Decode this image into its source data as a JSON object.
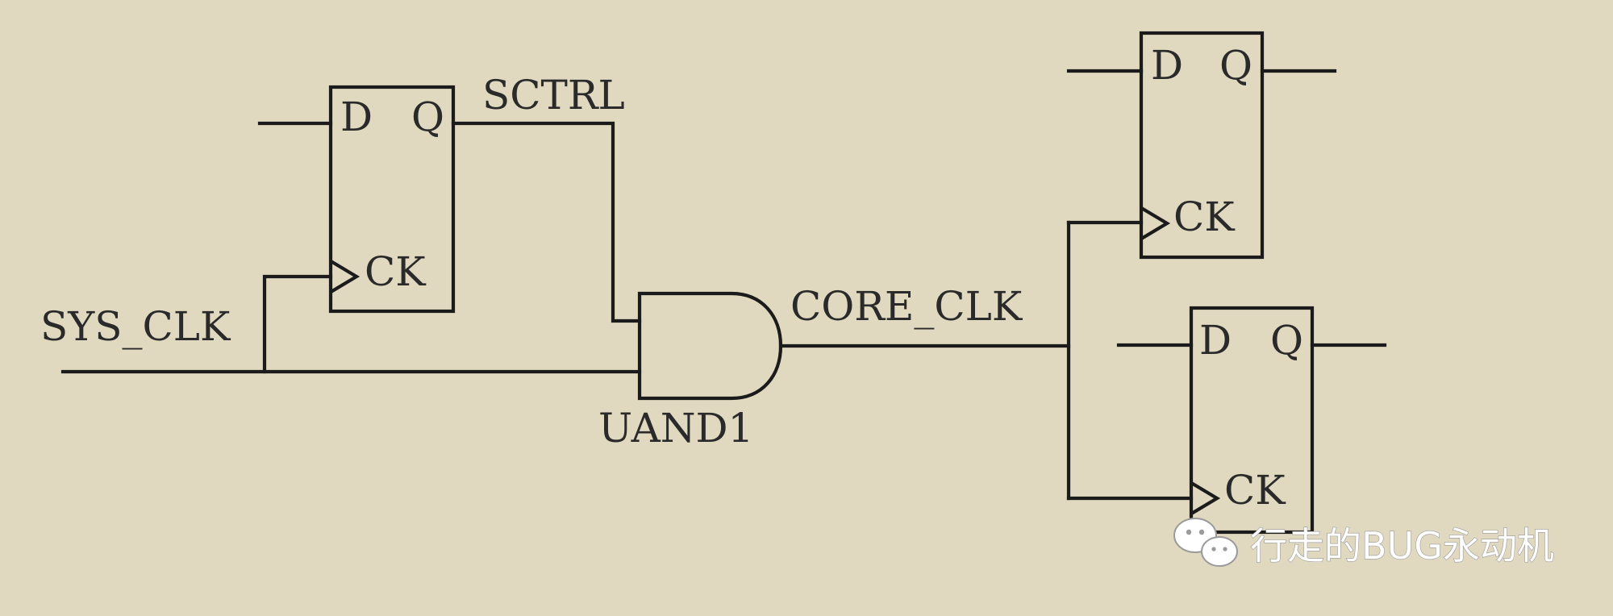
{
  "signals": {
    "sys_clk": "SYS_CLK",
    "sctrl": "SCTRL",
    "core_clk": "CORE_CLK",
    "gate": "UAND1"
  },
  "pins": {
    "d": "D",
    "q": "Q",
    "ck": "CK"
  },
  "watermark": {
    "text": "行走的BUG永动机",
    "icon": "wechat-icon"
  },
  "colors": {
    "background": "#e0d8bf",
    "line": "#1b1b1b"
  }
}
